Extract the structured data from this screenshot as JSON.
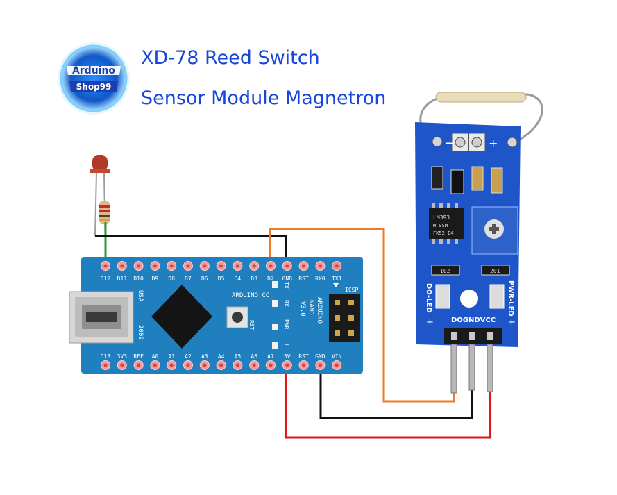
{
  "title": {
    "line1": "XD-78 Reed Switch",
    "line2": "Sensor Module Magnetron"
  },
  "logo": {
    "line1": "Arduino",
    "line2": "Shop99"
  },
  "nano": {
    "top_pins": [
      "D12",
      "D11",
      "D10",
      "D9",
      "D8",
      "D7",
      "D6",
      "D5",
      "D4",
      "D3",
      "D2",
      "GND",
      "RST",
      "RX0",
      "TX1"
    ],
    "bottom_pins": [
      "D13",
      "3V3",
      "REF",
      "A0",
      "A1",
      "A2",
      "A3",
      "A4",
      "A5",
      "A6",
      "A7",
      "5V",
      "RST",
      "GND",
      "VIN"
    ],
    "led_labels": [
      "TX",
      "RX",
      "PWR",
      "L"
    ],
    "website": "ARDUINO.CC",
    "rst_label": "RST",
    "usa": "USA",
    "year": "2009",
    "model": [
      "ARDUINO",
      "NANO",
      "V3.0"
    ],
    "icsp": "ICSP"
  },
  "sensor": {
    "minus": "−",
    "plus": "+",
    "ic_line1": "LM393",
    "ic_line2": "M SSM",
    "ic_line3": "FK52 E4",
    "res_left": "102",
    "res_right": "201",
    "do_led": "DO-LED",
    "pwr_led": "PWR-LED",
    "pins_header": "DOGNDVCC",
    "plus_left": "+",
    "plus_right": "+"
  },
  "colors": {
    "wire_orange": "#f07a2a",
    "wire_black": "#111111",
    "wire_red": "#e01616",
    "wire_green": "#2a9d3a",
    "board_blue": "#1f7fbf",
    "module_blue": "#1e55c8",
    "title_blue": "#1746d9"
  }
}
